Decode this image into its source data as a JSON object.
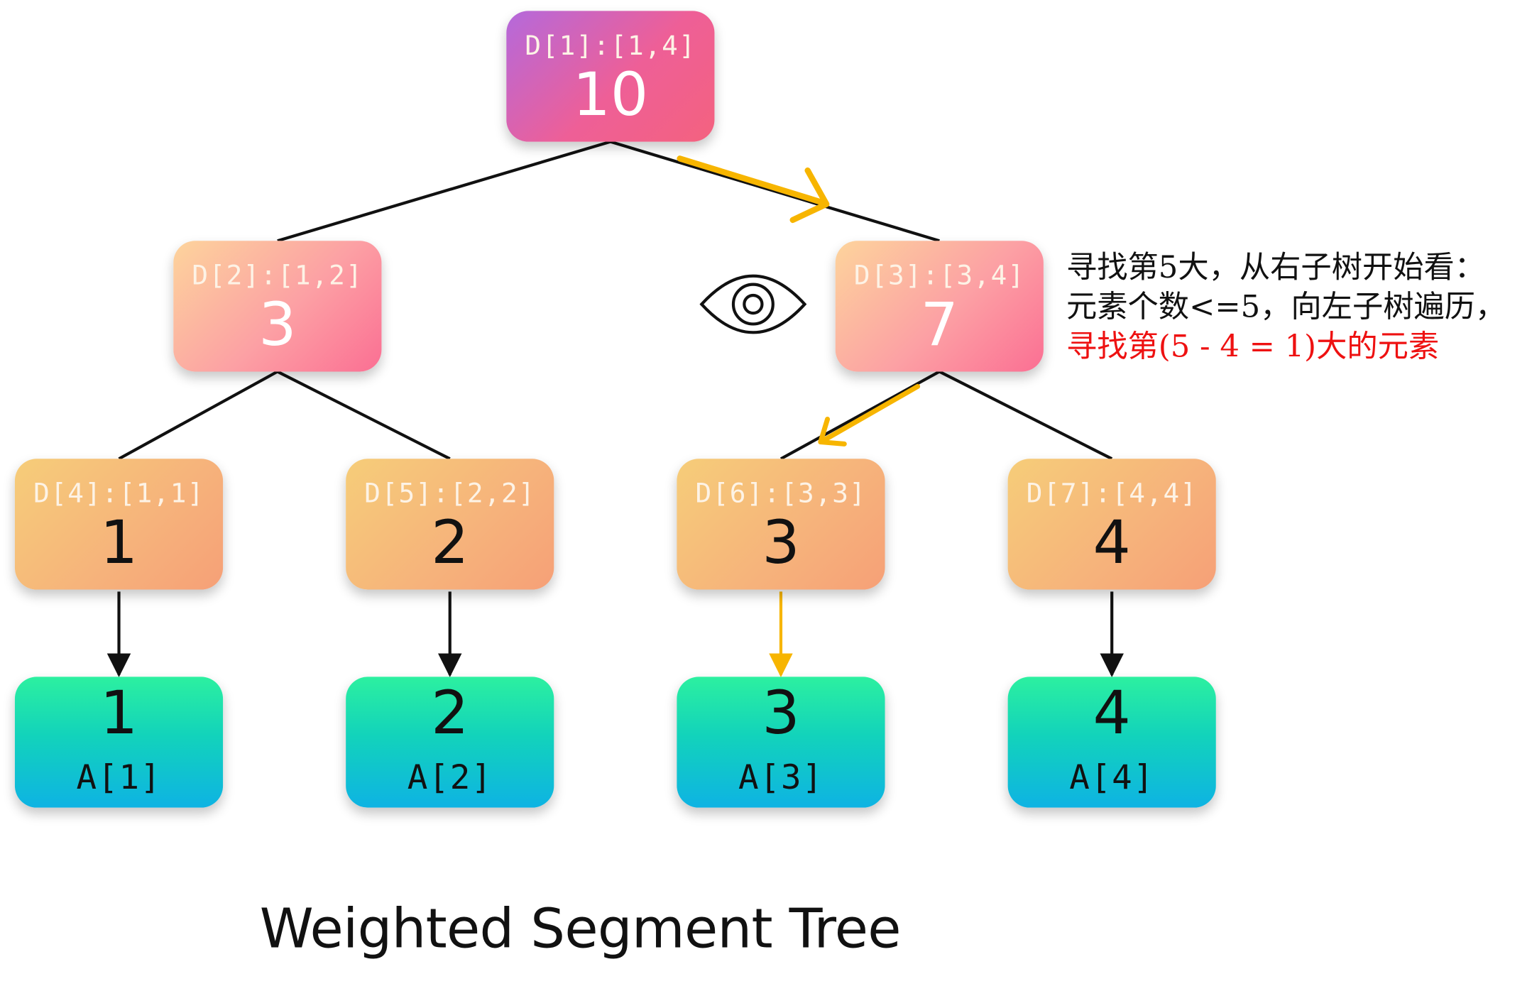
{
  "diagram": {
    "title": "Weighted Segment Tree",
    "note": {
      "line1": "寻找第5大，从右子树开始看：",
      "line2": "元素个数<=5，向左子树遍历，",
      "line3": "寻找第(5 - 4 = 1)大的元素"
    },
    "nodes": {
      "d1": {
        "label": "D[1]:[1,4]",
        "value": "10"
      },
      "d2": {
        "label": "D[2]:[1,2]",
        "value": "3"
      },
      "d3": {
        "label": "D[3]:[3,4]",
        "value": "7"
      },
      "d4": {
        "label": "D[4]:[1,1]",
        "value": "1"
      },
      "d5": {
        "label": "D[5]:[2,2]",
        "value": "2"
      },
      "d6": {
        "label": "D[6]:[3,3]",
        "value": "3"
      },
      "d7": {
        "label": "D[7]:[4,4]",
        "value": "4"
      }
    },
    "leaves": [
      {
        "value": "1",
        "label": "A[1]"
      },
      {
        "value": "2",
        "label": "A[2]"
      },
      {
        "value": "3",
        "label": "A[3]"
      },
      {
        "value": "4",
        "label": "A[4]"
      }
    ],
    "highlight_path": [
      "D[1]",
      "D[3]",
      "D[6]",
      "A[3]"
    ],
    "icons": [
      "eye-icon"
    ],
    "colors": {
      "highlight": "#f7b500",
      "edge": "#111111",
      "note_highlight": "#ee1111"
    }
  }
}
